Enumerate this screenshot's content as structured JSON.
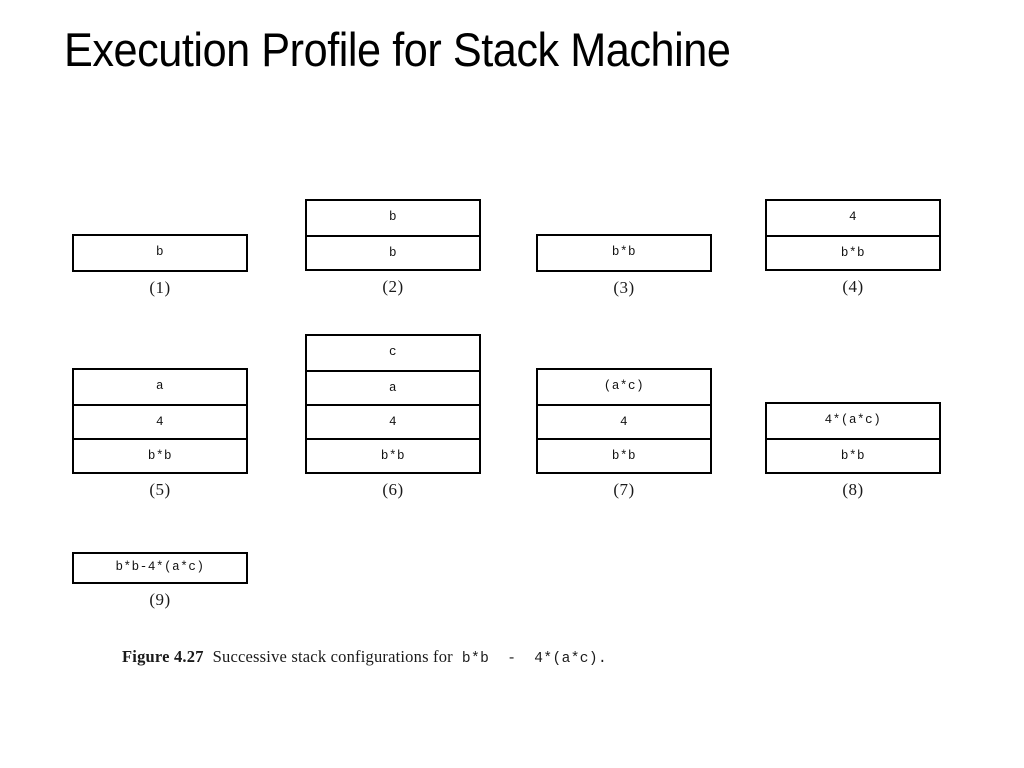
{
  "slide": {
    "title": "Execution Profile for Stack Machine"
  },
  "figure": {
    "caption": {
      "bold_prefix": "Figure 4.27",
      "text": "Successive stack configurations for",
      "expression_left": "b*b",
      "expression_operator": "-",
      "expression_right": "4*(a*c).",
      "full_text": "Figure 4.27  Successive stack configurations for b*b  -  4*(a*c)."
    },
    "stacks": [
      {
        "label": "(1)",
        "cells": [
          "b"
        ]
      },
      {
        "label": "(2)",
        "cells": [
          "b",
          "b"
        ]
      },
      {
        "label": "(3)",
        "cells": [
          "b*b"
        ]
      },
      {
        "label": "(4)",
        "cells": [
          "4",
          "b*b"
        ]
      },
      {
        "label": "(5)",
        "cells": [
          "a",
          "4",
          "b*b"
        ]
      },
      {
        "label": "(6)",
        "cells": [
          "c",
          "a",
          "4",
          "b*b"
        ]
      },
      {
        "label": "(7)",
        "cells": [
          "(a*c)",
          "4",
          "b*b"
        ]
      },
      {
        "label": "(8)",
        "cells": [
          "4*(a*c)",
          "b*b"
        ]
      },
      {
        "label": "(9)",
        "cells": [
          "b*b-4*(a*c)"
        ]
      }
    ]
  },
  "colors": {
    "background": "#ffffff",
    "ink": "#000000",
    "text": "#1a1a1a"
  }
}
